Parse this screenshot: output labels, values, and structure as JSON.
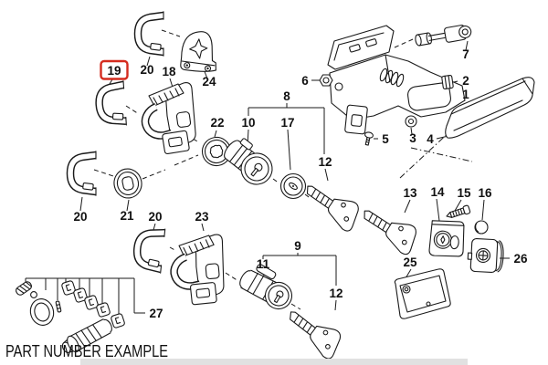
{
  "diagram": {
    "type": "exploded-parts-diagram",
    "caption": "PART NUMBER EXAMPLE",
    "highlighted_part": "19",
    "colors": {
      "background": "#ffffff",
      "line": "#1a1a1a",
      "highlight_box": "#d42b1e",
      "scrollbar": "#e1e1e1"
    },
    "callouts": [
      {
        "label": "19",
        "highlighted": true
      },
      {
        "label": "20"
      },
      {
        "label": "18"
      },
      {
        "label": "24"
      },
      {
        "label": "6"
      },
      {
        "label": "7"
      },
      {
        "label": "2"
      },
      {
        "label": "1"
      },
      {
        "label": "8"
      },
      {
        "label": "22"
      },
      {
        "label": "10"
      },
      {
        "label": "17"
      },
      {
        "label": "5"
      },
      {
        "label": "3"
      },
      {
        "label": "4"
      },
      {
        "label": "12"
      },
      {
        "label": "13"
      },
      {
        "label": "14"
      },
      {
        "label": "15"
      },
      {
        "label": "16"
      },
      {
        "label": "20"
      },
      {
        "label": "21"
      },
      {
        "label": "20"
      },
      {
        "label": "23"
      },
      {
        "label": "9"
      },
      {
        "label": "11"
      },
      {
        "label": "26"
      },
      {
        "label": "25"
      },
      {
        "label": "12"
      },
      {
        "label": "27"
      }
    ]
  }
}
